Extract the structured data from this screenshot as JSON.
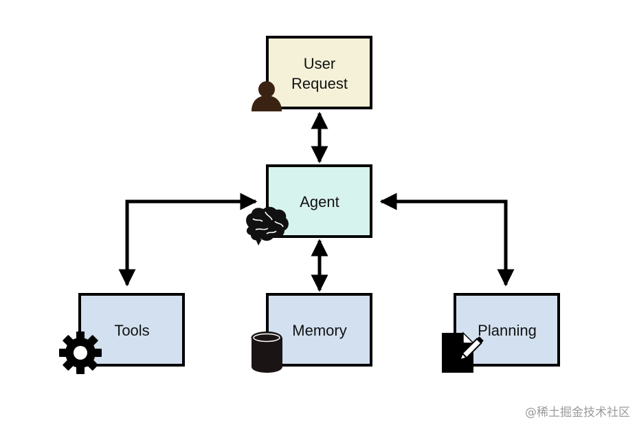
{
  "nodes": {
    "user_request": {
      "label_line1": "User",
      "label_line2": "Request",
      "color": "#f5f1d8",
      "icon": "person-icon"
    },
    "agent": {
      "label": "Agent",
      "color": "#d7f3ee",
      "icon": "brain-icon"
    },
    "tools": {
      "label": "Tools",
      "color": "#d2e0ef",
      "icon": "gear-icon"
    },
    "memory": {
      "label": "Memory",
      "color": "#d2e0ef",
      "icon": "database-icon"
    },
    "planning": {
      "label": "Planning",
      "color": "#d2e0ef",
      "icon": "document-pencil-icon"
    }
  },
  "edges": [
    {
      "from": "user_request",
      "to": "agent",
      "direction": "both"
    },
    {
      "from": "agent",
      "to": "tools",
      "direction": "both"
    },
    {
      "from": "agent",
      "to": "memory",
      "direction": "both"
    },
    {
      "from": "agent",
      "to": "planning",
      "direction": "both"
    }
  ],
  "watermark": "@稀土掘金技术社区"
}
